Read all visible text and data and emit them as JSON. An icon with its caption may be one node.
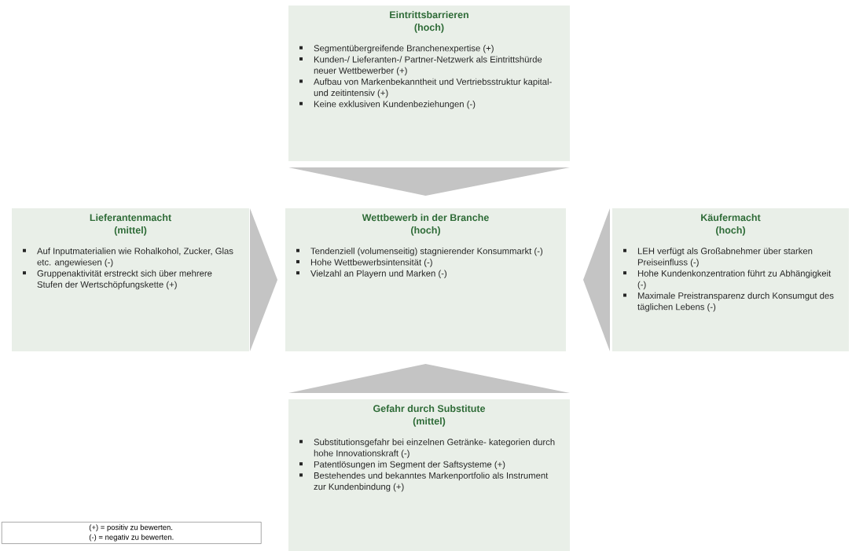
{
  "diagram": {
    "nodes": [
      {
        "text": [
          "Eintrittsbarrieren",
          "(hoch)",
          "Segmentübergreifende Branchenexpertise (+)",
          "Kunden-/ Lieferanten-/ Partner-Netzwerk als Eintrittshürde neuer Wettbewerber (+)",
          "Aufbau von Markenbekanntheit und Vertriebsstruktur kapital- und zeitintensiv (+)",
          "Keine exklusiven Kundenbeziehungen (-)"
        ]
      },
      {
        "text": [
          "Lieferantenmacht",
          "(mittel)",
          "Auf Inputmaterialien wie Rohalkohol, Zucker, Glas etc. angewiesen (-)",
          "Gruppenaktivität erstreckt sich über mehrere Stufen der Wertschöpfungskette (+)"
        ]
      },
      {
        "text": [
          "Wettbewerb in der Branche",
          "(hoch)",
          "Tendenziell (volumenseitig) stagnierender Konsummarkt (-)",
          "Hohe Wettbewerbsintensität (-)",
          "Vielzahl an Playern und Marken (-)"
        ]
      },
      {
        "text": [
          "Käufermacht",
          "(hoch)",
          "LEH verfügt als Großabnehmer über starken Preiseinfluss (-)",
          "Hohe Kundenkonzentration führt zu Abhängigkeit (-)",
          "Maximale Preistransparenz durch Konsumgut des täglichen Lebens (-)"
        ]
      },
      {
        "text": [
          "Gefahr durch Substitute",
          "(mittel)",
          "Substitutionsgefahr bei einzelnen Getränke- kategorien durch hohe Innovationskraft (-)",
          "Patentlösungen im Segment der Saftsysteme (+)",
          "Bestehendes und bekanntes Markenportfolio als Instrument zur Kundenbindung (+)"
        ]
      }
    ],
    "edges": [
      {
        "from": 0,
        "to": 2,
        "arrow": "to"
      },
      {
        "from": 1,
        "to": 2,
        "arrow": "to"
      },
      {
        "from": 3,
        "to": 2,
        "arrow": "to"
      },
      {
        "from": 4,
        "to": 2,
        "arrow": "to"
      }
    ],
    "labels": [
      "(+) = positiv zu bewerten.",
      "(-) = negativ zu bewerten."
    ]
  }
}
